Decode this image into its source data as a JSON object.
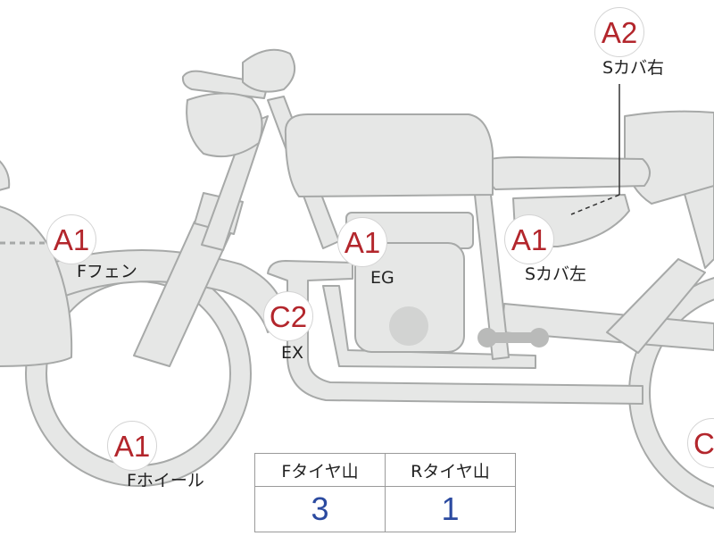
{
  "colors": {
    "body_fill": "#e6e7e6",
    "body_stroke": "#a7a9a8",
    "marker_text": "#b3262c",
    "tire_value": "#2b4aa0"
  },
  "markers": [
    {
      "id": "front-fender",
      "grade": "A1",
      "label": "Fフェン"
    },
    {
      "id": "front-wheel",
      "grade": "A1",
      "label": "Fホイール"
    },
    {
      "id": "exhaust",
      "grade": "C2",
      "label": "EX"
    },
    {
      "id": "engine",
      "grade": "A1",
      "label": "EG"
    },
    {
      "id": "side-cover-left",
      "grade": "A1",
      "label": "Sカバ左"
    },
    {
      "id": "side-cover-right",
      "grade": "A2",
      "label": "Sカバ右"
    },
    {
      "id": "rear-partial",
      "grade": "C",
      "label": ""
    }
  ],
  "tire_table": {
    "headers": [
      "Fタイヤ山",
      "Rタイヤ山"
    ],
    "values": [
      "3",
      "1"
    ]
  }
}
